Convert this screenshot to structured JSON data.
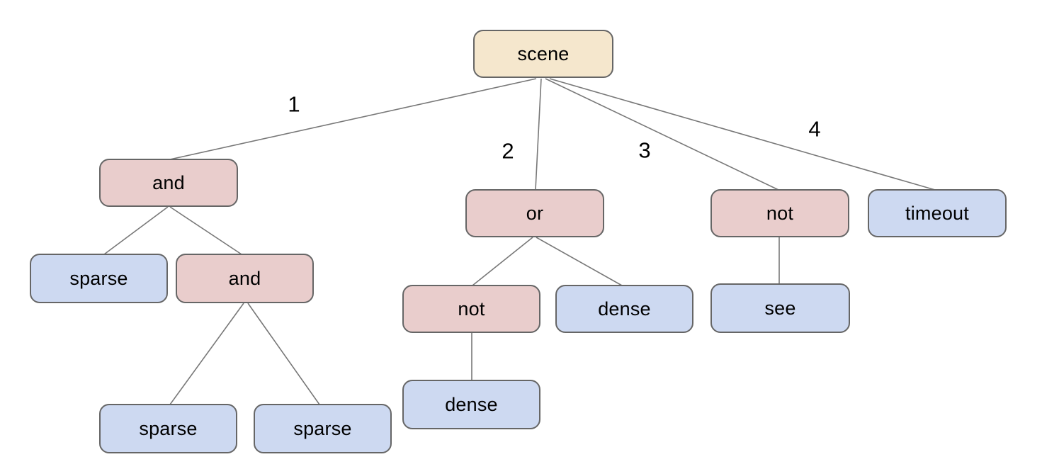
{
  "diagram": {
    "type": "tree",
    "background": "#ffffff",
    "colors": {
      "root_fill": "#f5e7cd",
      "operator_fill": "#e9cdcc",
      "leaf_fill": "#cdd9f1",
      "node_border": "#666666",
      "edge_line": "#787878",
      "text": "#000000"
    },
    "nodes": [
      {
        "id": "scene",
        "label": "scene",
        "kind": "root"
      },
      {
        "id": "and-1",
        "label": "and",
        "kind": "operator"
      },
      {
        "id": "or-1",
        "label": "or",
        "kind": "operator"
      },
      {
        "id": "not-1",
        "label": "not",
        "kind": "operator"
      },
      {
        "id": "timeout-1",
        "label": "timeout",
        "kind": "leaf"
      },
      {
        "id": "sparse-1",
        "label": "sparse",
        "kind": "leaf"
      },
      {
        "id": "and-2",
        "label": "and",
        "kind": "operator"
      },
      {
        "id": "not-2",
        "label": "not",
        "kind": "operator"
      },
      {
        "id": "dense-1",
        "label": "dense",
        "kind": "leaf"
      },
      {
        "id": "see-1",
        "label": "see",
        "kind": "leaf"
      },
      {
        "id": "dense-2",
        "label": "dense",
        "kind": "leaf"
      },
      {
        "id": "sparse-2",
        "label": "sparse",
        "kind": "leaf"
      },
      {
        "id": "sparse-3",
        "label": "sparse",
        "kind": "leaf"
      }
    ],
    "edges": [
      {
        "from": "scene",
        "to": "and-1",
        "label": "1"
      },
      {
        "from": "scene",
        "to": "or-1",
        "label": "2"
      },
      {
        "from": "scene",
        "to": "not-1",
        "label": "3"
      },
      {
        "from": "scene",
        "to": "timeout-1",
        "label": "4"
      },
      {
        "from": "and-1",
        "to": "sparse-1",
        "label": ""
      },
      {
        "from": "and-1",
        "to": "and-2",
        "label": ""
      },
      {
        "from": "and-2",
        "to": "sparse-2",
        "label": ""
      },
      {
        "from": "and-2",
        "to": "sparse-3",
        "label": ""
      },
      {
        "from": "or-1",
        "to": "not-2",
        "label": ""
      },
      {
        "from": "or-1",
        "to": "dense-1",
        "label": ""
      },
      {
        "from": "not-2",
        "to": "dense-2",
        "label": ""
      },
      {
        "from": "not-1",
        "to": "see-1",
        "label": ""
      }
    ]
  }
}
